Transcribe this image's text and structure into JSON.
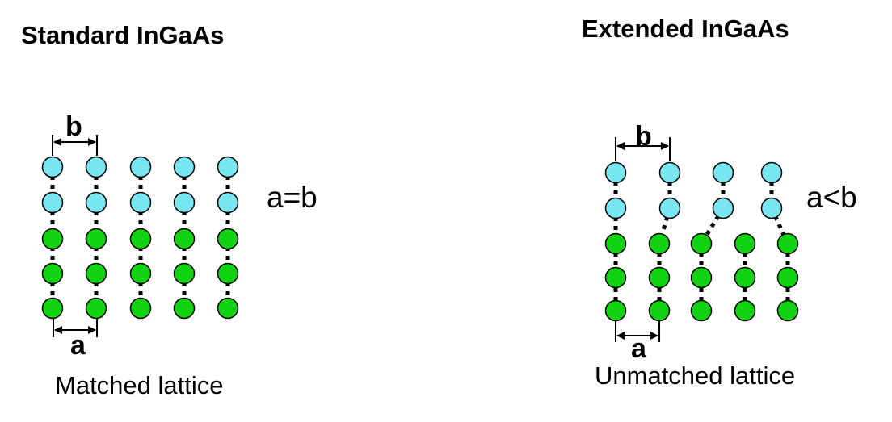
{
  "left": {
    "title": "Standard InGaAs",
    "relation": "a=b",
    "caption": "Matched lattice",
    "top_label": "b",
    "bottom_label": "a"
  },
  "right": {
    "title": "Extended InGaAs",
    "relation": "a<b",
    "caption": "Unmatched lattice",
    "top_label": "b",
    "bottom_label": "a"
  },
  "colors": {
    "cyan_atom": "#77e6f0",
    "green_atom": "#11d311",
    "outline": "#000000"
  }
}
